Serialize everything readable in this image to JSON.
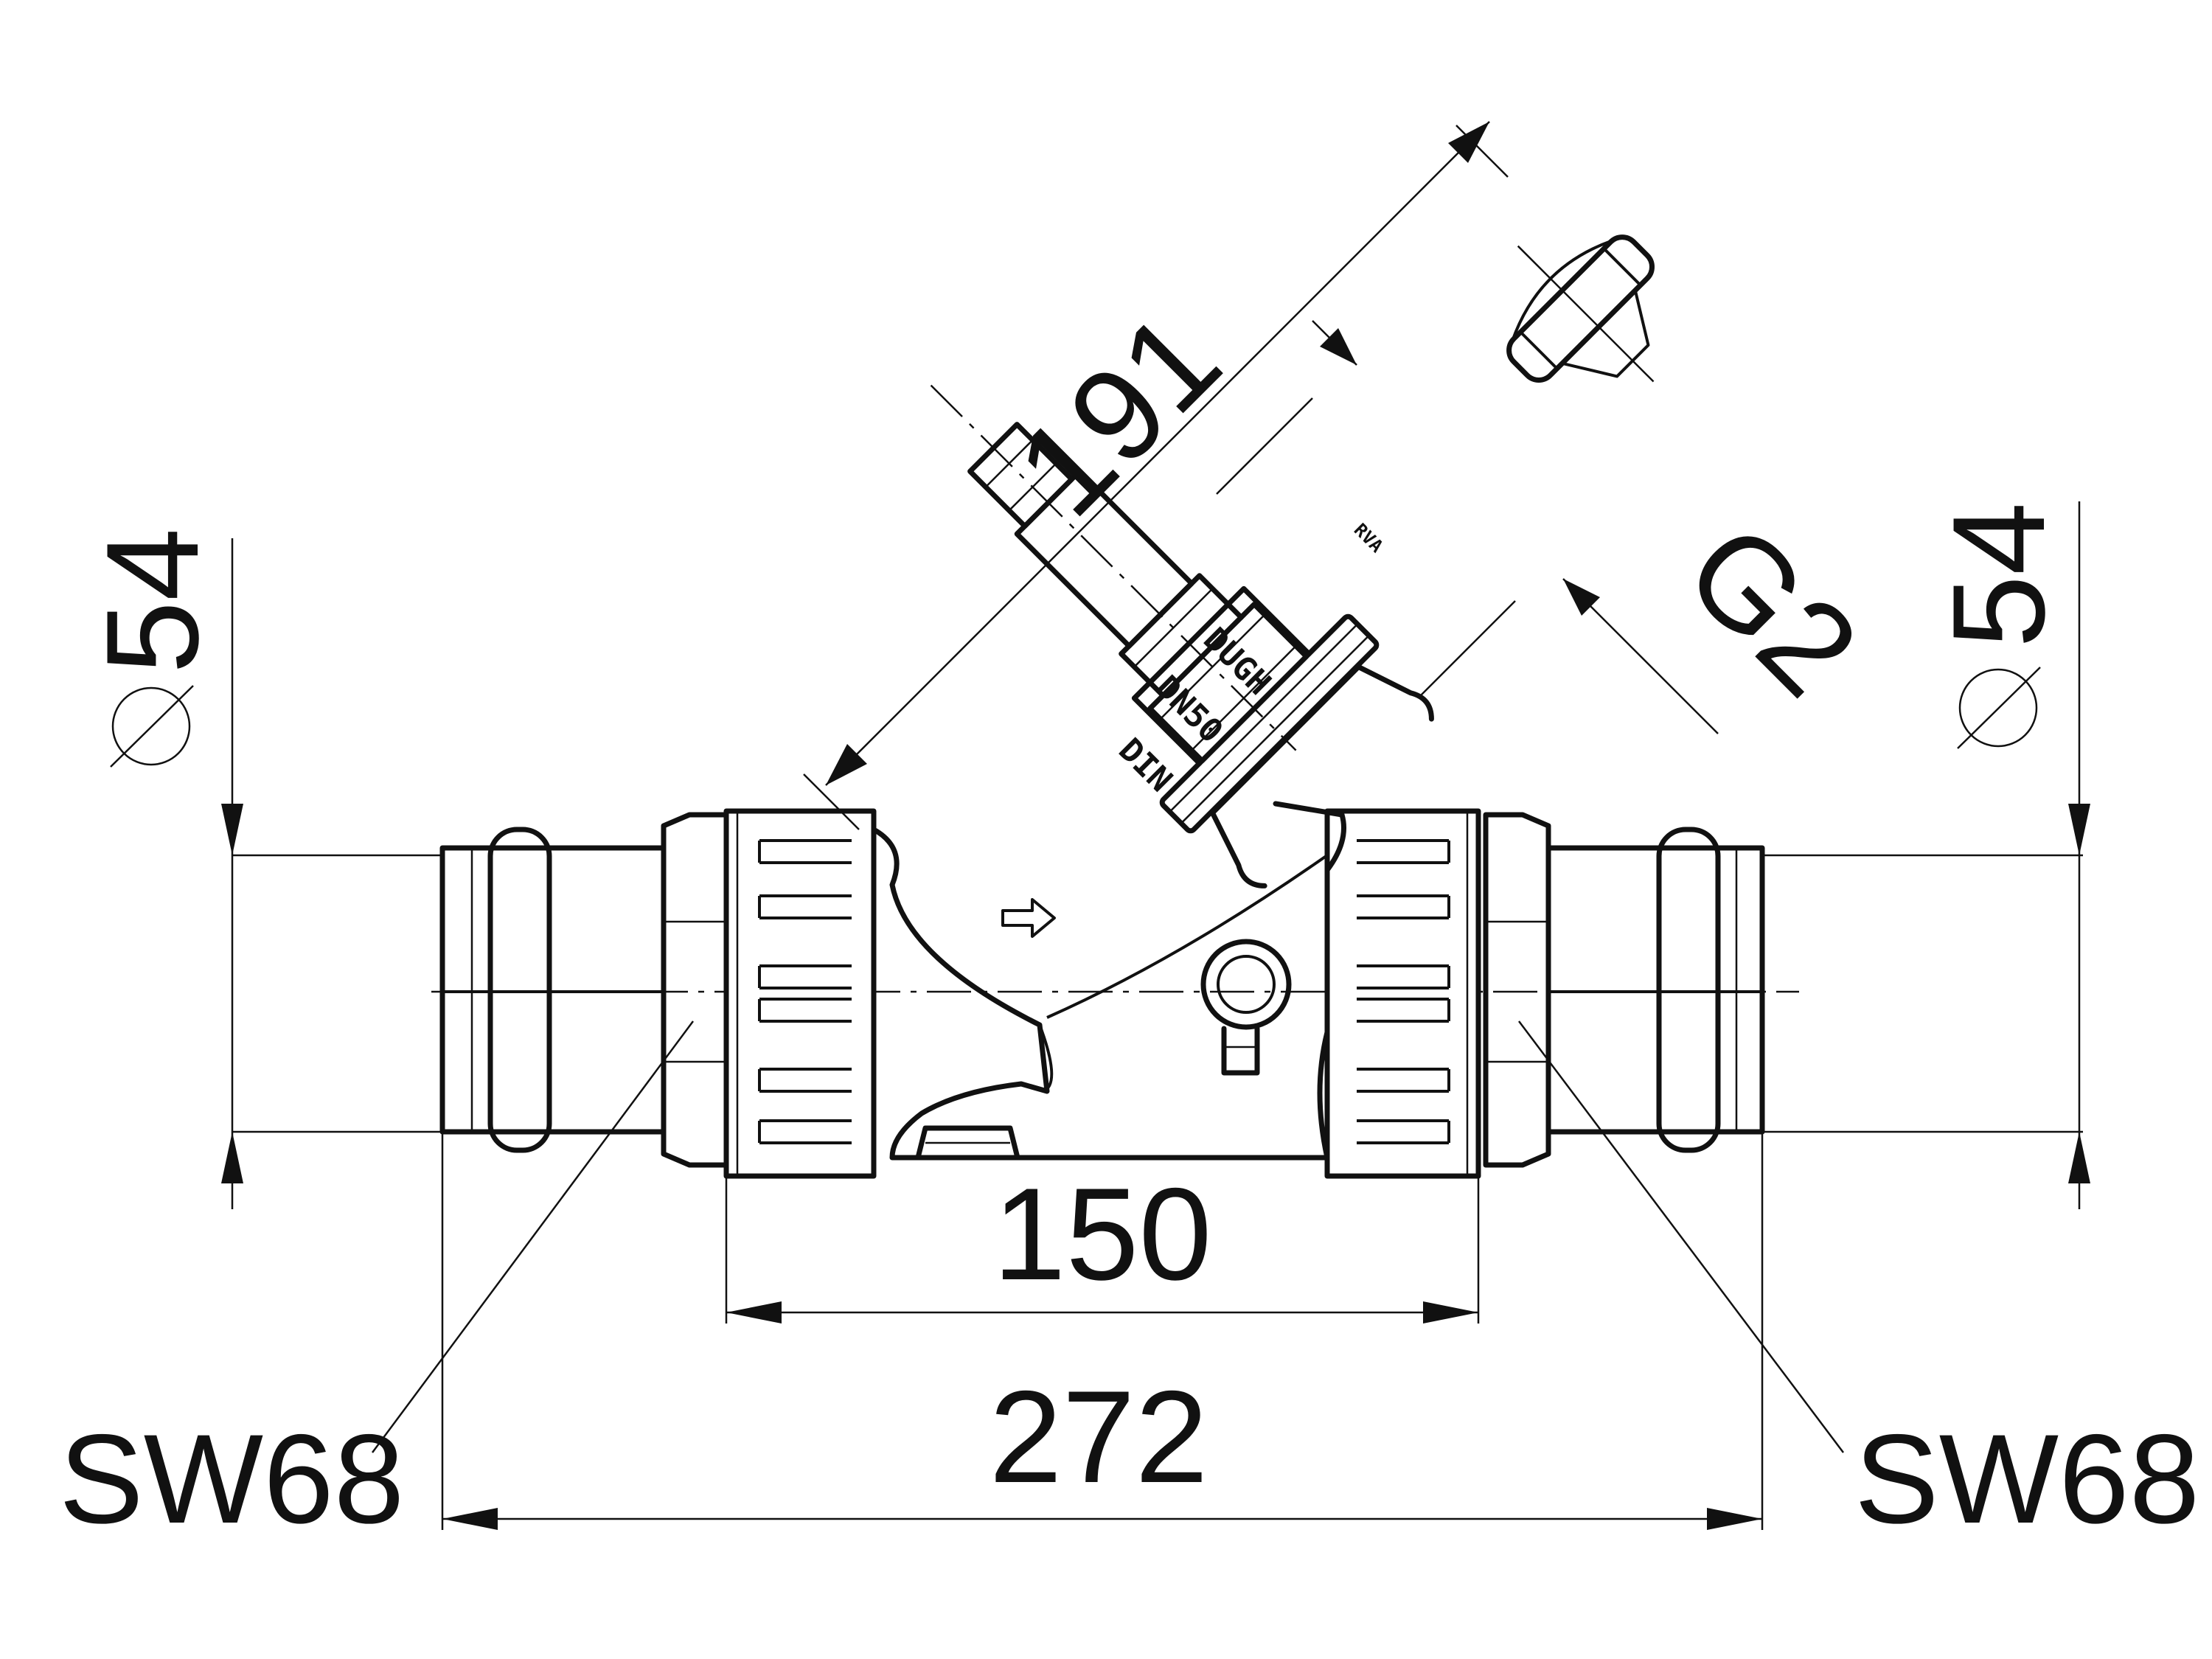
{
  "dimensions": {
    "angled_length": "191",
    "left_diameter_symbol": "⌀",
    "left_diameter": "54",
    "right_diameter_symbol": "⌀",
    "right_diameter": "54",
    "thread": "G2",
    "body_length": "150",
    "total_length": "272",
    "left_wrench": "SW68",
    "right_wrench": "SW68"
  },
  "body_markings": {
    "brand": "DUGH",
    "nominal": "DN50",
    "standard": "DIN",
    "bonnet": "RVA"
  },
  "colors": {
    "line": "#111111",
    "background": "#ffffff"
  }
}
